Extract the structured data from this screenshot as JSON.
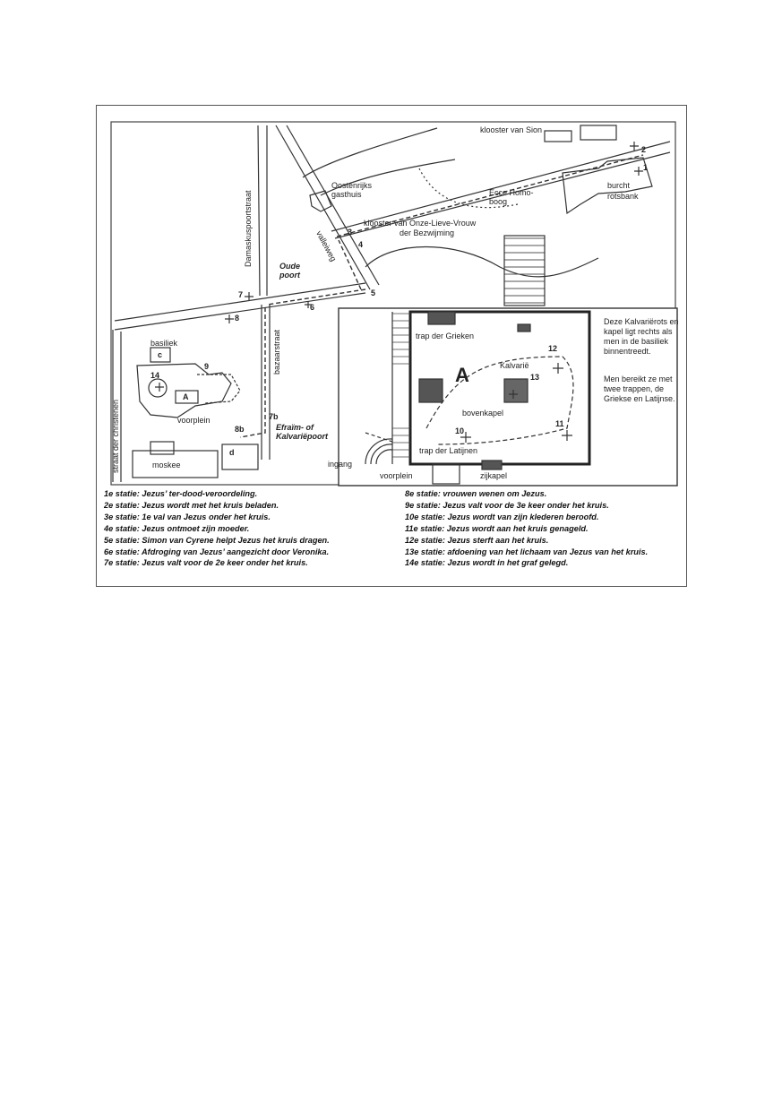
{
  "map_labels": {
    "klooster_sion": "klooster van Sion",
    "oostenrijks": "Oostenrijks gasthuis",
    "ecce_homo": "Ecce Homo- boog",
    "burcht": "burcht",
    "rotsbank": "rotsbank",
    "klooster_olv": "klooster van Onze-Lieve-Vrouw",
    "bezwijming": "der Bezwijming",
    "damaskuspoortstraat": "Damaskuspoortstraat",
    "valleiweg": "valleiweg",
    "oude_poort": "Oude poort",
    "bazaarstraat": "bazaarstraat",
    "basiliek": "basiliek",
    "voorplein_left": "voorplein",
    "efraim": "Efraïm- of Kalvariëpoort",
    "straat_christenen": "straat der christenen",
    "moskee": "moskee",
    "trap_grieken": "trap der Grieken",
    "kalvarie": "Kalvarië",
    "bovenkapel": "bovenkapel",
    "trap_latijnen": "trap der Latijnen",
    "ingang": "ingang",
    "voorplein_right": "voorplein",
    "zijkapel": "zijkapel",
    "big_a": "A",
    "small_a": "A",
    "small_c": "c",
    "small_d": "d"
  },
  "station_numbers": {
    "n1": "1",
    "n2": "2",
    "n3": "3",
    "n4": "4",
    "n5": "5",
    "n6": "6",
    "n7": "7",
    "n7b": "7b",
    "n8": "8",
    "n8b": "8b",
    "n9": "9",
    "n10": "10",
    "n11": "11",
    "n12": "12",
    "n13": "13",
    "n14": "14"
  },
  "side_note": {
    "p1": "Deze Kalvariërots en kapel ligt rechts als men in de basiliek binnentreedt.",
    "p2": "Men bereikt ze met twee trappen, de Griekse en Latijnse."
  },
  "legend_left": [
    "1e statie: Jezus’ ter-dood-veroordeling.",
    "2e statie: Jezus wordt met het kruis beladen.",
    "3e statie: 1e val van Jezus onder het kruis.",
    "4e statie: Jezus ontmoet zijn moeder.",
    "5e statie: Simon van Cyrene helpt Jezus het kruis dragen.",
    "6e statie: Afdroging van Jezus’ aangezicht door Veronika.",
    "7e statie: Jezus valt voor de 2e keer onder het kruis."
  ],
  "legend_right": [
    "8e statie: vrouwen wenen om Jezus.",
    "9e statie: Jezus valt voor de 3e keer onder het kruis.",
    "10e statie: Jezus wordt van zijn klederen beroofd.",
    "11e statie: Jezus wordt aan het kruis genageld.",
    "12e statie: Jezus sterft aan het kruis.",
    "13e statie: afdoening van het lichaam van Jezus van het kruis.",
    "14e statie: Jezus wordt in het graf gelegd."
  ]
}
